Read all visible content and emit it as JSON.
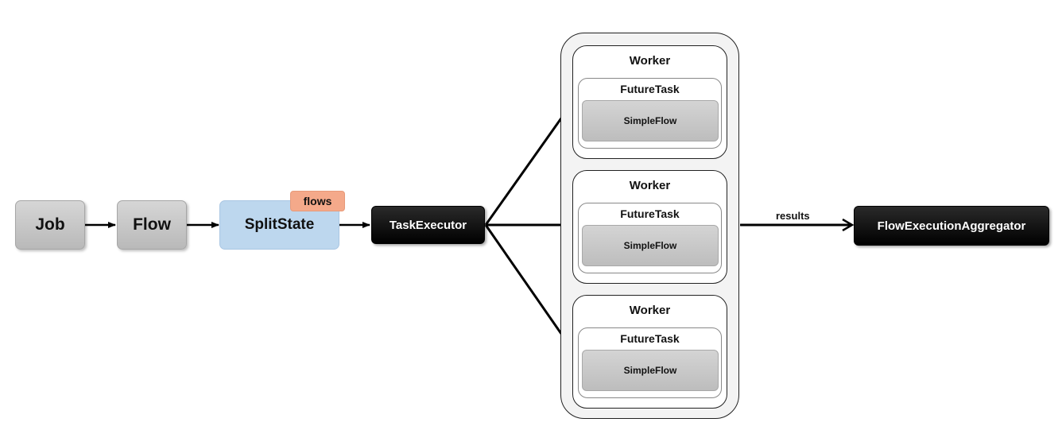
{
  "nodes": {
    "job": "Job",
    "flow": "Flow",
    "split_state": "SplitState",
    "flows_badge": "flows",
    "task_executor": "TaskExecutor",
    "aggregator": "FlowExecutionAggregator"
  },
  "workers": [
    {
      "label": "Worker",
      "future_task": "FutureTask",
      "simple_flow": "SimpleFlow"
    },
    {
      "label": "Worker",
      "future_task": "FutureTask",
      "simple_flow": "SimpleFlow"
    },
    {
      "label": "Worker",
      "future_task": "FutureTask",
      "simple_flow": "SimpleFlow"
    }
  ],
  "edges": {
    "results_label": "results"
  },
  "colors": {
    "gray_node": "#c4c4c4",
    "split_state": "#bdd7ee",
    "flows_badge": "#f4a98a",
    "dark_node": "#000000",
    "edge": "#000000"
  }
}
